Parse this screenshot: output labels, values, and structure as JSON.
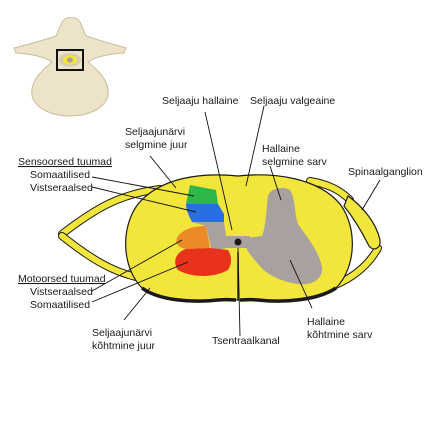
{
  "labels": {
    "seljaaju_hallaine": "Seljaaju hallaine",
    "seljaaju_valgeaine": "Seljaaju valgeaine",
    "seljaajunarvi_selgmine_juur_1": "Seljaajunärvi",
    "seljaajunarvi_selgmine_juur_2": "selgmine juur",
    "hallaine_selgmine_sarv_1": "Hallaine",
    "hallaine_selgmine_sarv_2": "selgmine sarv",
    "spinaalganglion": "Spinaalganglion",
    "sensoorsed_tuumad": "Sensoorsed tuumad",
    "sensoorsed_somaatilised": "Somaatilised",
    "sensoorsed_vistseraalsed": "Vistseraalsed",
    "motoorsed_tuumad": "Motoorsed tuumad",
    "motoorsed_vistseraalsed": "Vistseraalsed",
    "motoorsed_somaatilised": "Somaatilised",
    "seljaajunarvi_kohtmine_juur_1": "Seljaajunärvi",
    "seljaajunarvi_kohtmine_juur_2": "kõhtmine juur",
    "hallaine_kohtmine_sarv_1": "Hallaine",
    "hallaine_kohtmine_sarv_2": "kõhtmine sarv",
    "tsentraalkanal": "Tsentraalkanal"
  },
  "colors": {
    "white_matter": "#f2e53c",
    "gray_matter": "#a9a0a0",
    "bone": "#ece3c9",
    "sensory_somatic": "#2fb84a",
    "sensory_visceral": "#2a6fe0",
    "motor_visceral": "#ec8a2a",
    "motor_somatic": "#e8321c"
  }
}
